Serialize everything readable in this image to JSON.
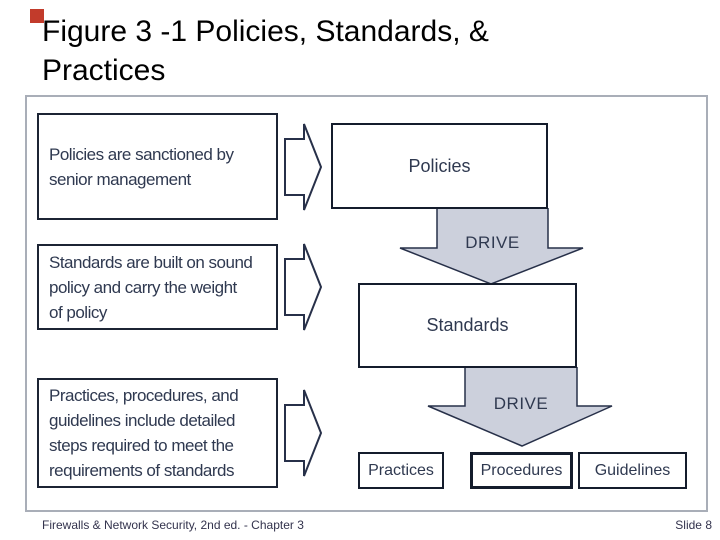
{
  "slide": {
    "title_line1": "Figure 3 -1 Policies, Standards, &",
    "title_line2": "Practices",
    "footer_left": "Firewalls & Network Security, 2nd ed. - Chapter 3",
    "footer_right": "Slide 8"
  },
  "diagram": {
    "left_boxes": [
      {
        "lines": [
          "Policies are sanctioned by",
          "senior management"
        ]
      },
      {
        "lines": [
          "Standards are built on sound",
          "policy and carry the weight",
          "of policy"
        ]
      },
      {
        "lines": [
          "Practices, procedures, and",
          "guidelines include detailed",
          "steps required to meet the",
          "requirements of standards"
        ]
      }
    ],
    "flow_boxes": {
      "policies": "Policies",
      "standards": "Standards",
      "practices": "Practices",
      "procedures": "Procedures",
      "guidelines": "Guidelines"
    },
    "drive_labels": [
      "DRIVE",
      "DRIVE"
    ],
    "colors": {
      "bullet_red": "#c23b2b",
      "box_border": "#1c2434",
      "box_text": "#2f3950",
      "drive_arrow_fill": "#ccd0dc",
      "drive_arrow_stroke": "#273049",
      "panel_border": "#a9aeb8"
    }
  }
}
